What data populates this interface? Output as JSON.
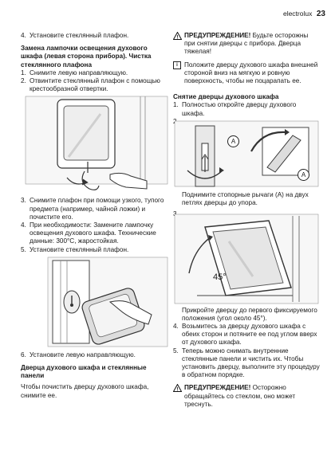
{
  "header": {
    "brand": "electrolux",
    "page_number": "23"
  },
  "left": {
    "step4": {
      "num": "4.",
      "text": "Установите стеклянный плафон."
    },
    "section1_title": "Замена лампочки освещения духового шкафа (левая сторона прибора). Чистка стеклянного плафона",
    "s1_steps": [
      {
        "num": "1.",
        "text": "Снимите левую направляющую."
      },
      {
        "num": "2.",
        "text": "Отвинтите стеклянный плафон с помощью крестообразной отвертки."
      }
    ],
    "s1_steps_b": [
      {
        "num": "3.",
        "text": "Снимите плафон при помощи узкого, тупого предмета (например, чайной ложки) и почистите его."
      },
      {
        "num": "4.",
        "text": "При необходимости: Замените лампочку освещения духового шкафа. Технические данные: 300°C, жаростойкая."
      },
      {
        "num": "5.",
        "text": "Установите стеклянный плафон."
      }
    ],
    "s1_step6": {
      "num": "6.",
      "text": "Установите левую направляющую."
    },
    "section2_title": "Дверца духового шкафа и стеклянные панели",
    "section2_text": "Чтобы почистить дверцу духового шкафа, снимите ее."
  },
  "right": {
    "warning1_label": "ПРЕДУПРЕЖДЕНИЕ!",
    "warning1_text": "Будьте осторожны при снятии дверцы с прибора. Дверца тяжелая!",
    "note1_text": "Положите дверцу духового шкафа внешней стороной вниз на мягкую и ровную поверхность, чтобы не поцарапать ее.",
    "section3_title": "Снятие дверцы духового шкафа",
    "steps_a": [
      {
        "num": "1.",
        "text": "Полностью откройте дверцу духового шкафа."
      },
      {
        "num": "2.",
        "text": ""
      }
    ],
    "fig2_label_a": "A",
    "fig2_label_b": "A",
    "caption2": "Поднимите стопорные рычаги (A) на двух петлях дверцы до упора.",
    "step3": {
      "num": "3.",
      "text": ""
    },
    "fig3_angle": "45°",
    "caption3": "Прикройте дверцу до первого фиксируемого положения (угол около 45°).",
    "steps_b": [
      {
        "num": "4.",
        "text": "Возьмитесь за дверцу духового шкафа с обеих сторон и потяните ее под углом вверх от духового шкафа."
      },
      {
        "num": "5.",
        "text": "Теперь можно снимать внутренние стеклянные панели и чистить их. Чтобы установить дверцу, выполните эту процедуру в обратном порядке."
      }
    ],
    "warning2_label": "ПРЕДУПРЕЖДЕНИЕ!",
    "warning2_text": "Осторожно обращайтесь со стеклом, оно может треснуть."
  }
}
